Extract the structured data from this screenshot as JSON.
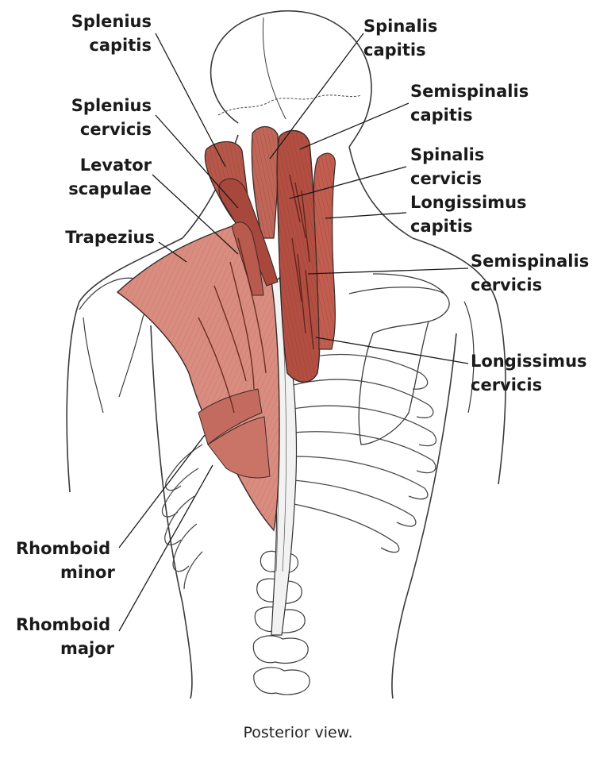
{
  "caption": "Posterior view.",
  "labels": {
    "splenius_capitis": [
      "Splenius",
      "capitis"
    ],
    "splenius_cervicis": [
      "Splenius",
      "cervicis"
    ],
    "levator_scapulae": [
      "Levator",
      "scapulae"
    ],
    "trapezius": [
      "Trapezius"
    ],
    "rhomboid_minor": [
      "Rhomboid",
      "minor"
    ],
    "rhomboid_major": [
      "Rhomboid",
      "major"
    ],
    "spinalis_capitis": [
      "Spinalis",
      "capitis"
    ],
    "semispinalis_capitis": [
      "Semispinalis",
      "capitis"
    ],
    "spinalis_cervicis": [
      "Spinalis",
      "cervicis"
    ],
    "longissimus_capitis": [
      "Longissimus",
      "capitis"
    ],
    "semispinalis_cervicis": [
      "Semispinalis",
      "cervicis"
    ],
    "longissimus_cervicis": [
      "Longissimus",
      "cervicis"
    ]
  },
  "colors": {
    "muscle_fill": "#cf7f72",
    "muscle_dark": "#a9473a",
    "muscle_light": "#e7aaa0",
    "outline": "#2b2b2b"
  }
}
